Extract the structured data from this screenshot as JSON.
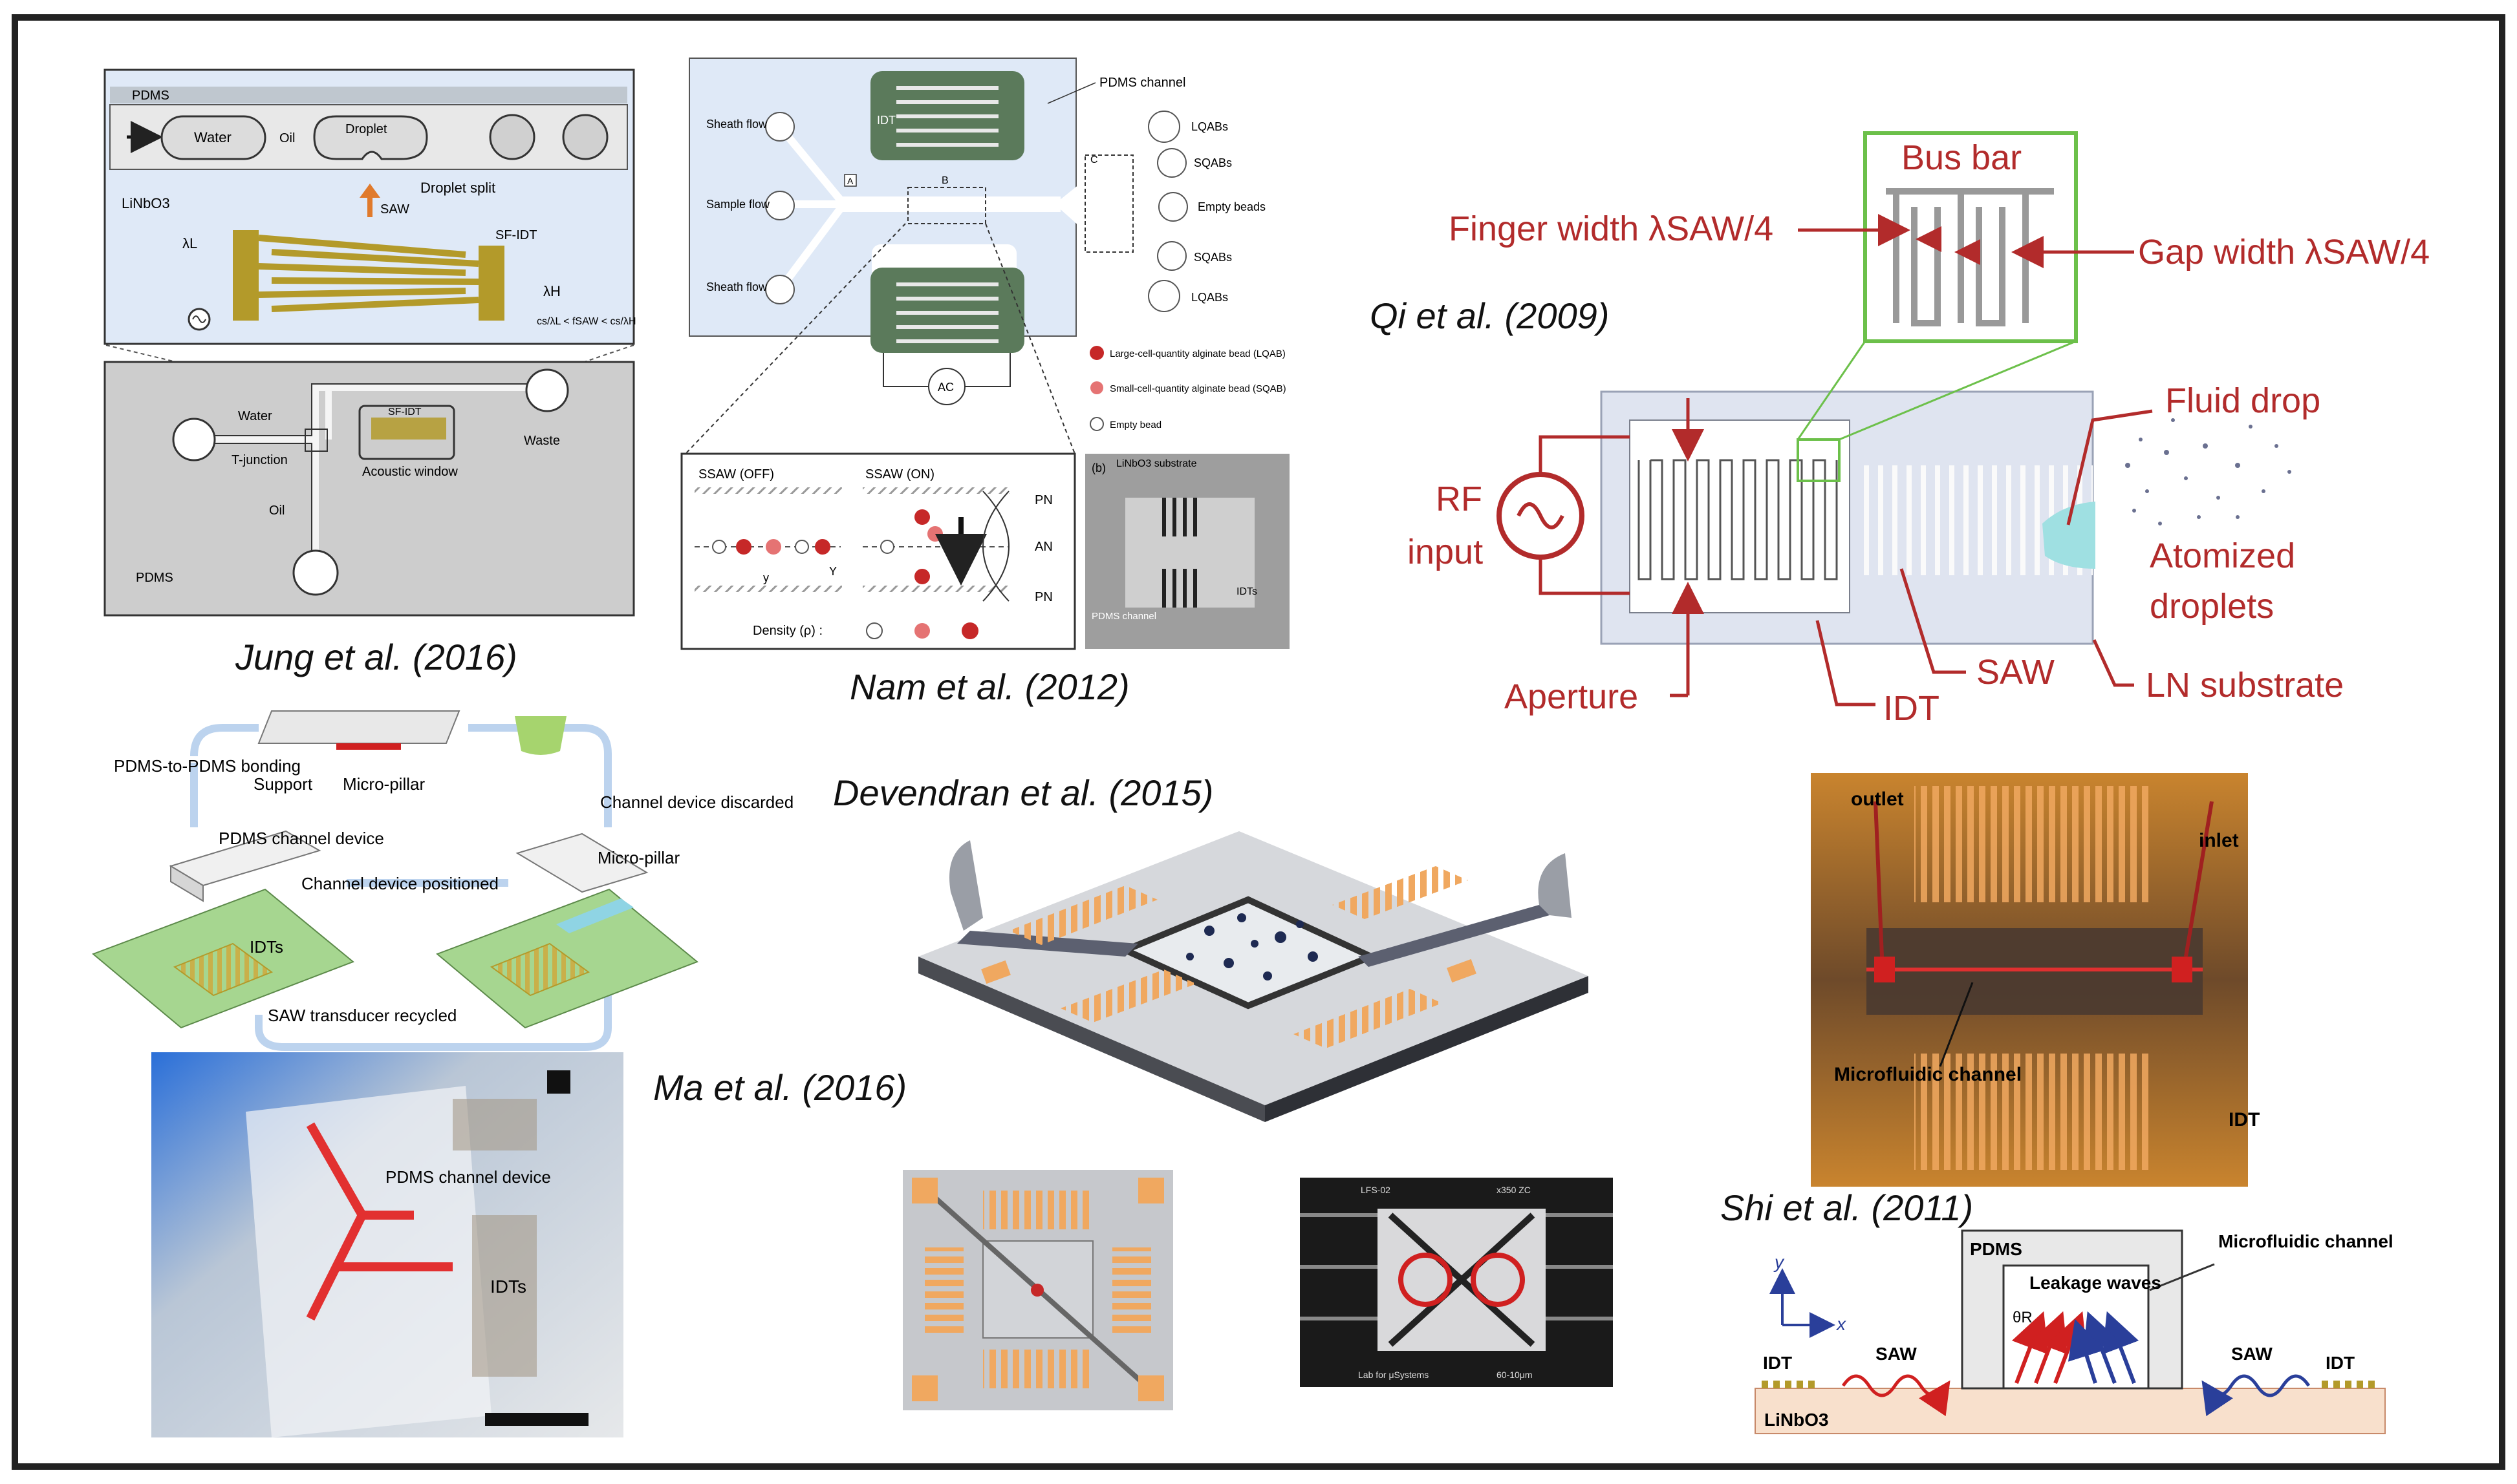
{
  "jung": {
    "caption": "Jung et al. (2016)",
    "pdms_top": "PDMS",
    "water": "Water",
    "oil": "Oil",
    "droplet": "Droplet",
    "droplet_split": "Droplet split",
    "linbo3": "LiNbO3",
    "saw": "SAW",
    "lambda_l": "λL",
    "lambda_h": "λH",
    "sf_idt": "SF-IDT",
    "condition": "cs/λL < fSAW < cs/λH",
    "water2": "Water",
    "t_junction": "T-junction",
    "oil2": "Oil",
    "sf_idt2": "SF-IDT",
    "acoustic_window": "Acoustic window",
    "waste": "Waste",
    "pdms_bottom": "PDMS"
  },
  "nam": {
    "caption": "Nam et al. (2012)",
    "pdms_channel": "PDMS channel",
    "idt": "IDT",
    "sheath_flow_top": "Sheath flow",
    "sample_flow": "Sample flow",
    "sheath_flow_bottom": "Sheath flow",
    "box_a": "A",
    "box_b": "B",
    "box_c": "C",
    "lqabs_top": "LQABs",
    "sqabs_top": "SQABs",
    "empty_beads": "Empty beads",
    "sqabs_bottom": "SQABs",
    "lqabs_bottom": "LQABs",
    "ac": "AC",
    "legend_large": "Large-cell-quantity alginate bead (LQAB)",
    "legend_small": "Small-cell-quantity alginate bead (SQAB)",
    "legend_empty": "Empty bead",
    "ssaw_off": "SSAW (OFF)",
    "ssaw_on": "SSAW (ON)",
    "pn1": "PN",
    "an": "AN",
    "pn2": "PN",
    "y_small": "y",
    "y_big": "Y",
    "density": "Density (ρ) :",
    "panel_b": "(b)",
    "substrate": "LiNbO3 substrate",
    "idts": "IDTs",
    "pdms_channel2": "PDMS channel"
  },
  "qi": {
    "caption": "Qi et al. (2009)",
    "bus_bar": "Bus bar",
    "finger_width": "Finger width λSAW/4",
    "gap_width": "Gap width λSAW/4",
    "rf_input_1": "RF",
    "rf_input_2": "input",
    "fluid_drop": "Fluid drop",
    "atomized_1": "Atomized",
    "atomized_2": "droplets",
    "aperture": "Aperture",
    "idt": "IDT",
    "saw": "SAW",
    "ln_substrate": "LN substrate"
  },
  "ma": {
    "caption": "Ma et al. (2016)",
    "pdms_to_pdms": "PDMS-to-PDMS bonding",
    "support": "Support",
    "micro_pillar": "Micro-pillar",
    "channel_discarded": "Channel device discarded",
    "pdms_channel_device": "PDMS channel device",
    "channel_positioned": "Channel device positioned",
    "micro_pillar2": "Micro-pillar",
    "idts": "IDTs",
    "saw_recycled": "SAW transducer recycled",
    "photo_pdms": "PDMS channel device",
    "photo_idts": "IDTs"
  },
  "devendran": {
    "caption": "Devendran et al. (2015)",
    "photo_label_left": "LFS-02",
    "photo_label_right": "x350 ZC",
    "photo_bottom_left": "Lab for μSystems",
    "photo_bottom_right": "60-10μm"
  },
  "shi": {
    "caption": "Shi et al. (2011)",
    "outlet": "outlet",
    "inlet": "inlet",
    "microfluidic_channel": "Microfluidic channel",
    "idt_photo": "IDT",
    "pdms": "PDMS",
    "microfluidic_channel2": "Microfluidic channel",
    "leakage_waves": "Leakage waves",
    "theta": "θR",
    "idt_left": "IDT",
    "saw_left": "SAW",
    "saw_right": "SAW",
    "idt_right": "IDT",
    "linbo3": "LiNbO3",
    "axis_y": "y",
    "axis_x": "x"
  },
  "colors": {
    "panel_blue": "#dfe9f7",
    "gold": "#b39a2a",
    "green_idt": "#5b7a5b",
    "red_annot": "#b22b2b",
    "orange_idt": "#f0a860",
    "frame": "#222222"
  }
}
